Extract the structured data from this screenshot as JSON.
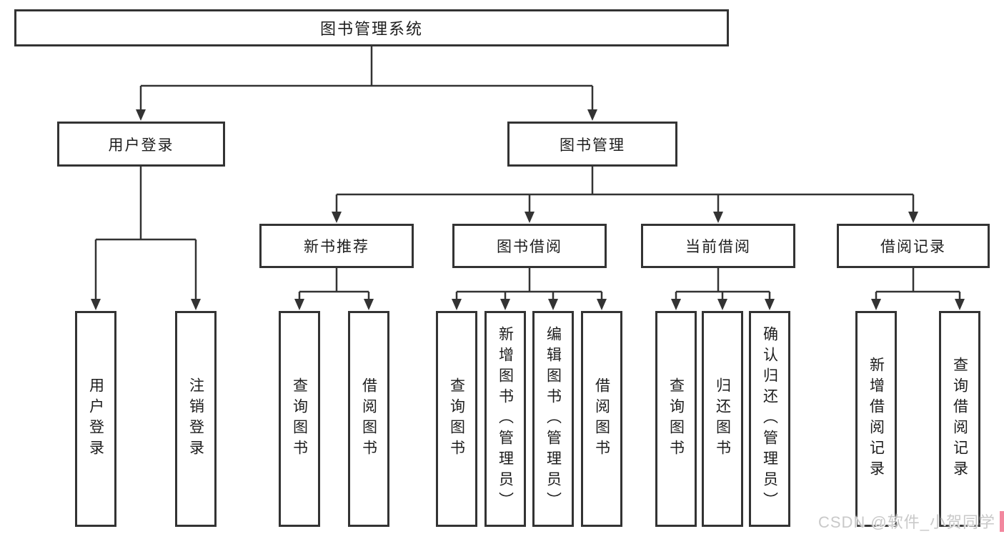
{
  "diagram": {
    "root": {
      "label": "图书管理系统"
    },
    "branches": [
      {
        "label": "用户登录",
        "leaves": [
          {
            "label": "用户登录"
          },
          {
            "label": "注销登录"
          }
        ]
      },
      {
        "label": "图书管理",
        "groups": [
          {
            "label": "新书推荐",
            "leaves": [
              {
                "label": "查询图书"
              },
              {
                "label": "借阅图书"
              }
            ]
          },
          {
            "label": "图书借阅",
            "leaves": [
              {
                "label": "查询图书"
              },
              {
                "label": "新增图书（管理员）"
              },
              {
                "label": "编辑图书（管理员）"
              },
              {
                "label": "借阅图书"
              }
            ]
          },
          {
            "label": "当前借阅",
            "leaves": [
              {
                "label": "查询图书"
              },
              {
                "label": "归还图书"
              },
              {
                "label": "确认归还（管理员）"
              }
            ]
          },
          {
            "label": "借阅记录",
            "leaves": [
              {
                "label": "新增借阅记录"
              },
              {
                "label": "查询借阅记录"
              }
            ]
          }
        ]
      }
    ],
    "watermark": {
      "text": "CSDN @软件_小贺同学"
    },
    "colors": {
      "line": "#333333",
      "ink": "#1d1d1d",
      "background": "#ffffff",
      "watermark_text": "#c9c9c9",
      "accent_pink": "#f2879e"
    }
  }
}
